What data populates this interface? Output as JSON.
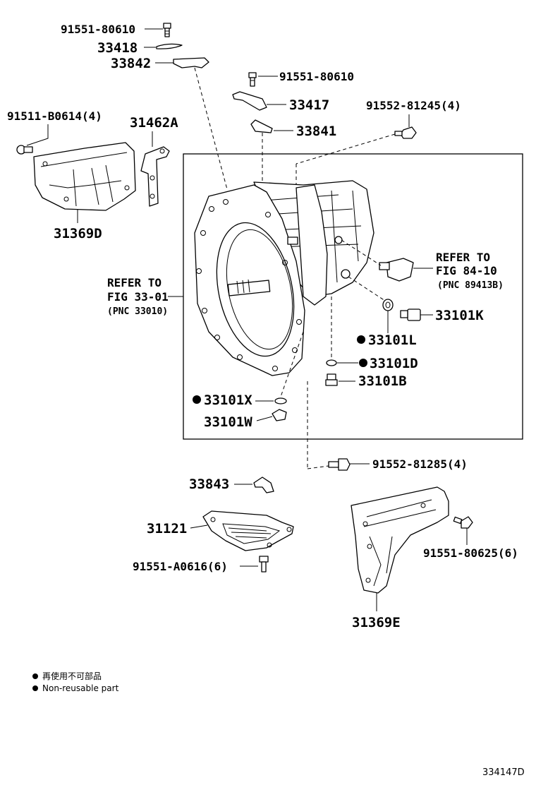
{
  "labels": {
    "p91551_80610_top": "91551-80610",
    "p33418": "33418",
    "p33842": "33842",
    "p91551_80610_mid": "91551-80610",
    "p33417": "33417",
    "p91552_81245": "91552-81245(4)",
    "p33841": "33841",
    "p91511_b0614": "91511-B0614(4)",
    "p31462a": "31462A",
    "p31369d": "31369D",
    "p33101k": "33101K",
    "p33101l": "33101L",
    "p33101d": "33101D",
    "p33101b": "33101B",
    "p33101x": "33101X",
    "p33101w": "33101W",
    "p91552_81285": "91552-81285(4)",
    "p33843": "33843",
    "p31121": "31121",
    "p91551_a0616": "91551-A0616(6)",
    "p91551_80625": "91551-80625(6)",
    "p31369e": "31369E"
  },
  "refs": {
    "left": {
      "line1": "REFER TO",
      "line2": "FIG 33-01",
      "line3": "(PNC 33010)"
    },
    "right": {
      "line1": "REFER TO",
      "line2": "FIG 84-10",
      "line3": "(PNC 89413B)"
    }
  },
  "legend": {
    "line_cn": "再使用不可部品",
    "line_en": "Non-reusable part"
  },
  "diagram_id": "334147D"
}
